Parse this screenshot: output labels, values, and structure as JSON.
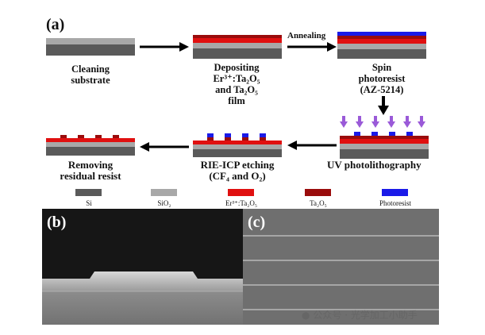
{
  "panels": {
    "a": "(a)",
    "b": "(b)",
    "c": "(c)"
  },
  "steps": {
    "cleaning": [
      "Cleaning",
      "substrate"
    ],
    "depositing": [
      "Depositing",
      "Er³⁺:Ta₂O₅",
      "and Ta₂O₅",
      "film"
    ],
    "spin": [
      "Spin",
      "photoresist",
      "(AZ-5214)"
    ],
    "annealing": "Annealing",
    "uv": "UV photolithography",
    "rie": [
      "RIE-ICP etching",
      "(CF₄ and O₂)"
    ],
    "removing": [
      "Removing",
      "residual resist"
    ]
  },
  "legend": [
    {
      "label": "Si",
      "color": "#5a5a5a"
    },
    {
      "label": "SiO₂",
      "color": "#a8a8a8"
    },
    {
      "label": "Er³⁺:Ta₂O₅",
      "color": "#e01010"
    },
    {
      "label": "Ta₂O₅",
      "color": "#9a0c0c"
    },
    {
      "label": "Photoresist",
      "color": "#1a1ae8"
    }
  ],
  "colors": {
    "si": "#5a5a5a",
    "sio2": "#a8a8a8",
    "er_ta2o5": "#e01010",
    "ta2o5": "#9a0c0c",
    "photoresist": "#1a1ae8",
    "uv_arrow": "#9a5ad8"
  },
  "watermark": "公众号 · 光学加工小助手"
}
